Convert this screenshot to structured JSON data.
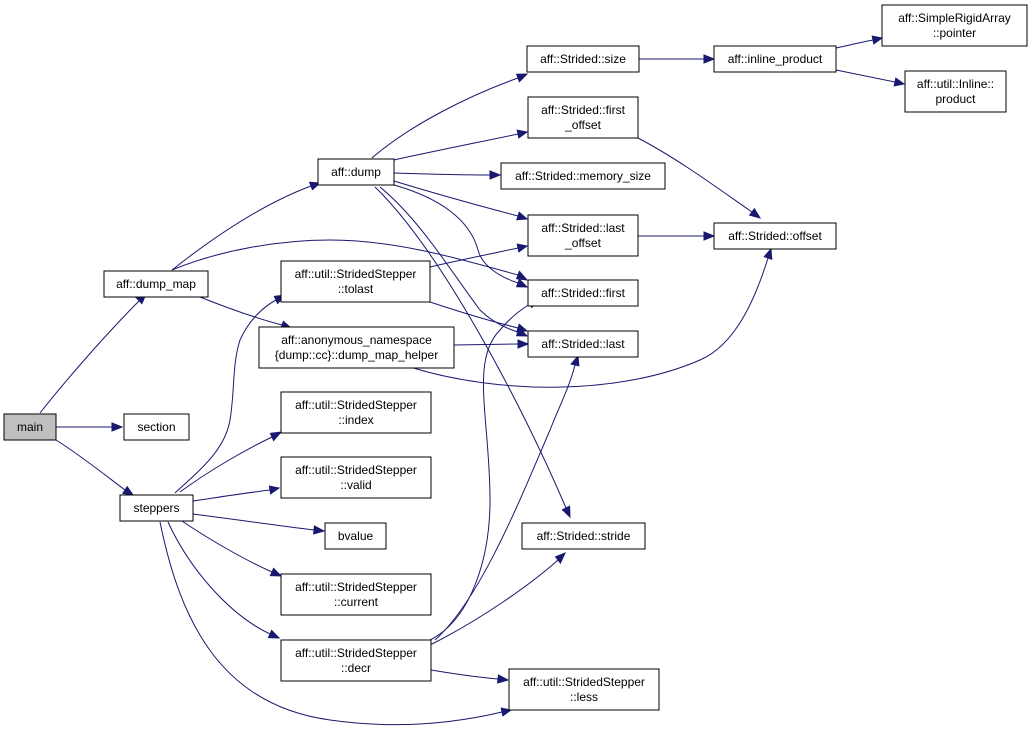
{
  "colors": {
    "edge": "#191970",
    "node_fill": "#ffffff",
    "root_fill": "#bfbfbf",
    "border": "#000000"
  },
  "nodes": {
    "main": [
      "main"
    ],
    "section": [
      "section"
    ],
    "steppers": [
      "steppers"
    ],
    "dump_map": [
      "aff::dump_map"
    ],
    "dump": [
      "aff::dump"
    ],
    "tolast": [
      "aff::util::StridedStepper",
      "::tolast"
    ],
    "helper": [
      "aff::anonymous_namespace",
      "{dump::cc}::dump_map_helper"
    ],
    "index": [
      "aff::util::StridedStepper",
      "::index"
    ],
    "valid": [
      "aff::util::StridedStepper",
      "::valid"
    ],
    "bvalue": [
      "bvalue"
    ],
    "current": [
      "aff::util::StridedStepper",
      "::current"
    ],
    "decr": [
      "aff::util::StridedStepper",
      "::decr"
    ],
    "size": [
      "aff::Strided::size"
    ],
    "first_offset": [
      "aff::Strided::first",
      "_offset"
    ],
    "memory_size": [
      "aff::Strided::memory_size"
    ],
    "last_offset": [
      "aff::Strided::last",
      "_offset"
    ],
    "first": [
      "aff::Strided::first"
    ],
    "last": [
      "aff::Strided::last"
    ],
    "stride": [
      "aff::Strided::stride"
    ],
    "less": [
      "aff::util::StridedStepper",
      "::less"
    ],
    "inline_product": [
      "aff::inline_product"
    ],
    "offset": [
      "aff::Strided::offset"
    ],
    "pointer": [
      "aff::SimpleRigidArray",
      "::pointer"
    ],
    "inline_util": [
      "aff::util::Inline::",
      "product"
    ]
  }
}
